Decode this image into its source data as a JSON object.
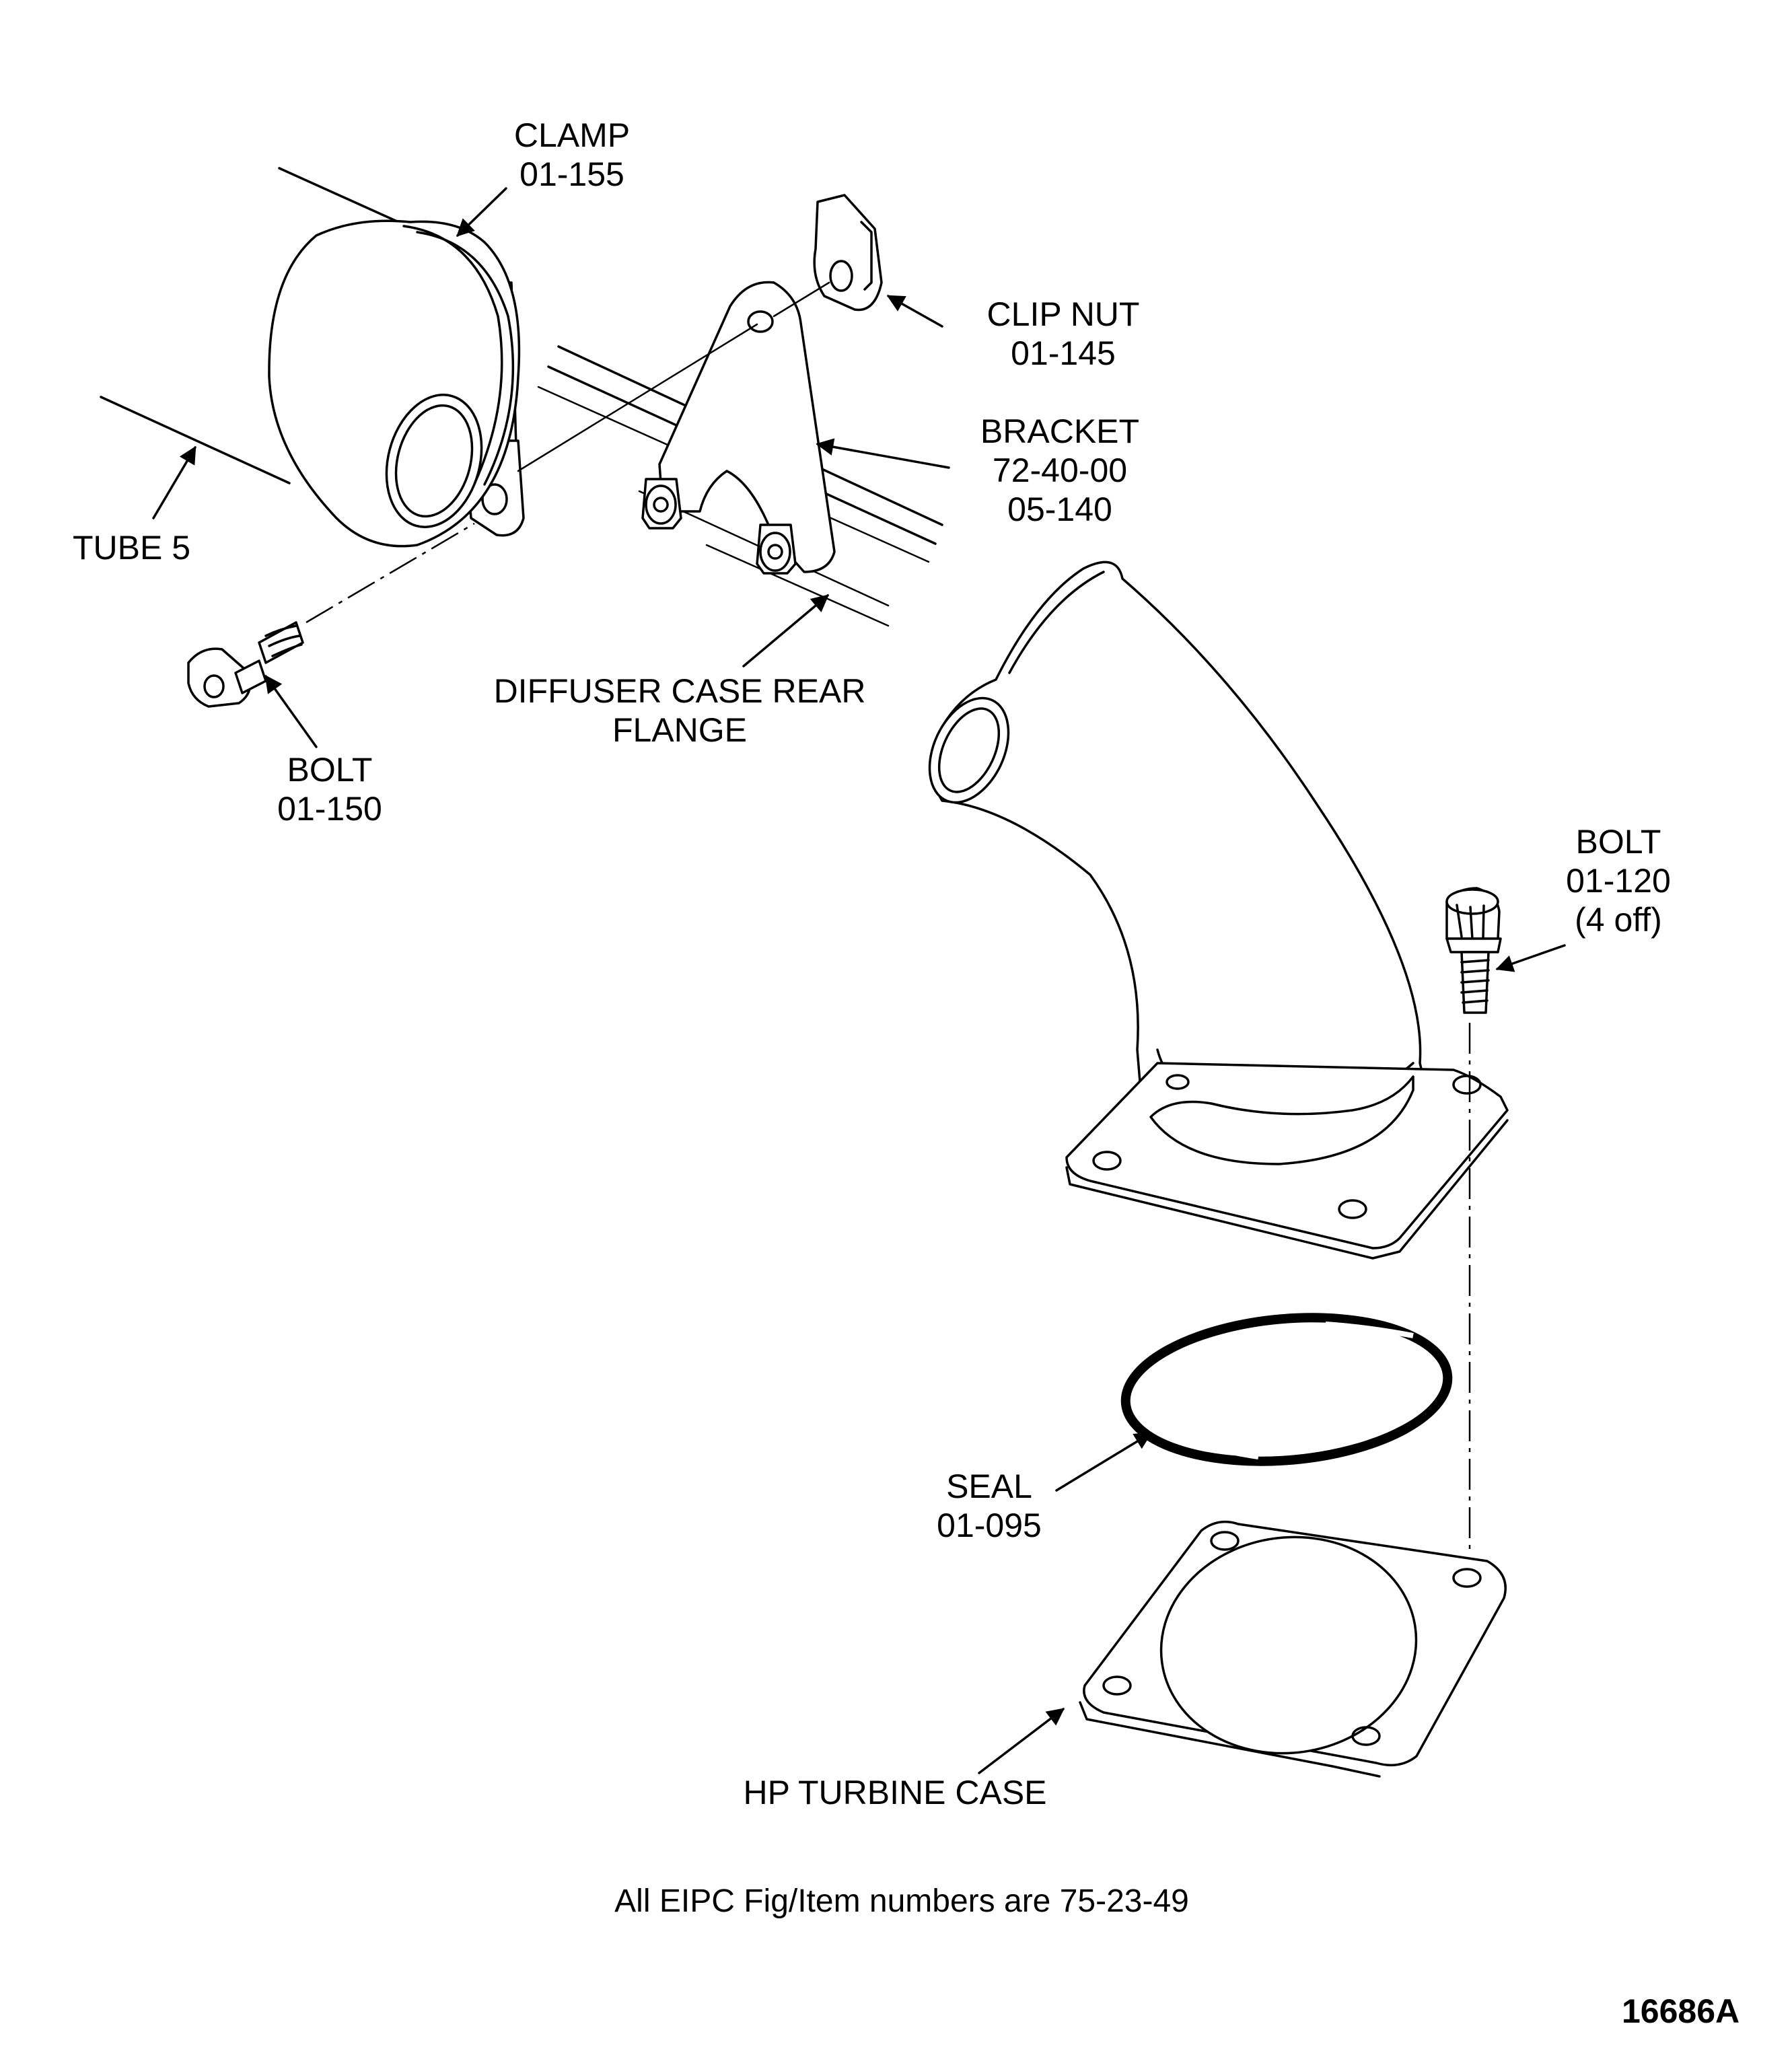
{
  "labels": {
    "clamp": {
      "name": "CLAMP",
      "item": "01-155"
    },
    "clip_nut": {
      "name": "CLIP NUT",
      "item": "01-145"
    },
    "bracket": {
      "name": "BRACKET",
      "ref": "72-40-00",
      "item": "05-140"
    },
    "tube": {
      "name": "TUBE 5"
    },
    "bolt_upper": {
      "name": "BOLT",
      "item": "01-150"
    },
    "diffuser": {
      "line1": "DIFFUSER CASE REAR",
      "line2": "FLANGE"
    },
    "bolt_right": {
      "name": "BOLT",
      "item": "01-120",
      "qty": "(4 off)"
    },
    "seal": {
      "name": "SEAL",
      "item": "01-095"
    },
    "hp_turbine": {
      "name": "HP TURBINE CASE"
    }
  },
  "footnote": "All EIPC Fig/Item numbers are 75-23-49",
  "figure_number": "16686A"
}
